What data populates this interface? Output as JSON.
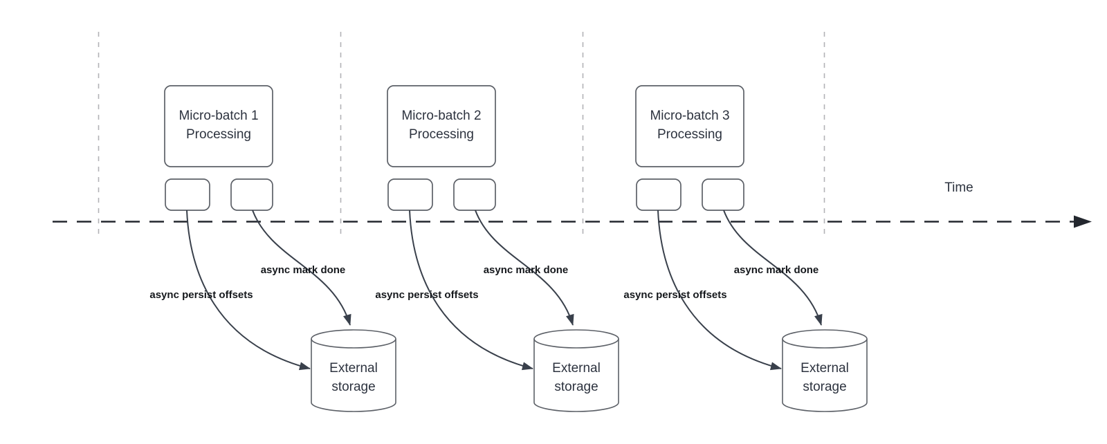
{
  "diagram": {
    "timeline": {
      "label": "Time"
    },
    "batches": [
      {
        "title_line1": "Micro-batch 1",
        "title_line2": "Processing",
        "persist_label": "async persist offsets",
        "done_label": "async mark done",
        "storage_line1": "External",
        "storage_line2": "storage"
      },
      {
        "title_line1": "Micro-batch 2",
        "title_line2": "Processing",
        "persist_label": "async persist offsets",
        "done_label": "async mark done",
        "storage_line1": "External",
        "storage_line2": "storage"
      },
      {
        "title_line1": "Micro-batch 3",
        "title_line2": "Processing",
        "persist_label": "async persist offsets",
        "done_label": "async mark done",
        "storage_line1": "External",
        "storage_line2": "storage"
      }
    ],
    "colors": {
      "background": "#ffffff",
      "arrow": "#39404b",
      "timeline": "#23272e",
      "divider": "#b2b2b6",
      "shape_border": "#5c6067",
      "shape_fill": "#ffffff",
      "title_text": "#2d333f",
      "label_text": "#15181c"
    }
  }
}
